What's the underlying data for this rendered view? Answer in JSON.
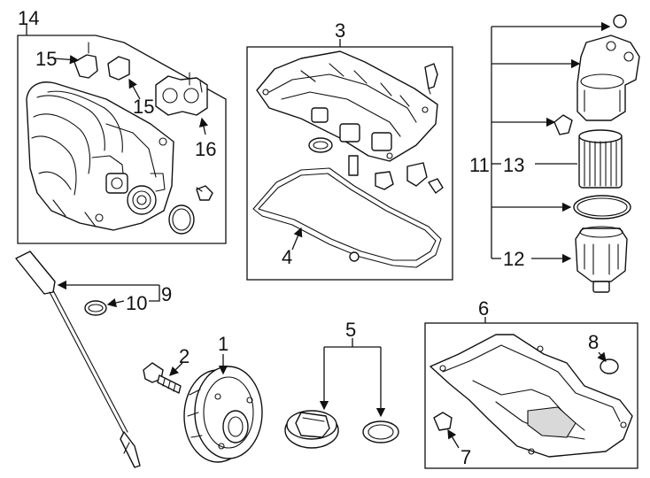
{
  "callouts": {
    "c1": "1",
    "c2": "2",
    "c3": "3",
    "c4": "4",
    "c5": "5",
    "c6": "6",
    "c7": "7",
    "c8": "8",
    "c9": "9",
    "c10": "10",
    "c11": "11",
    "c12": "12",
    "c13": "13",
    "c14": "14",
    "c15a": "15",
    "c15b": "15",
    "c16": "16"
  }
}
